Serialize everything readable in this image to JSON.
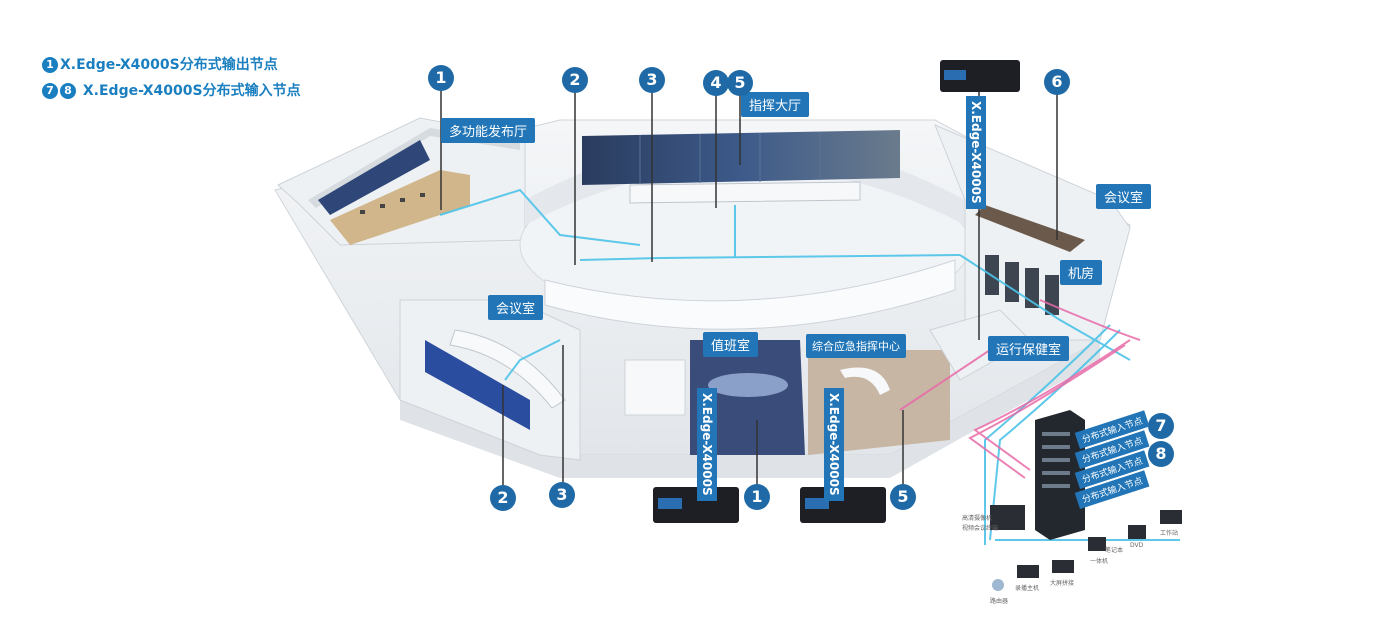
{
  "legend": {
    "line1_icons": "1-6",
    "line1_text": "X.Edge-X4000S分布式输出节点",
    "line2_icons": "7 8",
    "line2_text": "X.Edge-X4000S分布式输入节点"
  },
  "rooms": {
    "multi_function_hall": "多功能发布厅",
    "command_hall": "指挥大厅",
    "meeting_room_right": "会议室",
    "meeting_room_left": "会议室",
    "server_room": "机房",
    "ops_room": "运行保健室",
    "duty_room": "值班室",
    "emergency_center": "综合应急指挥中心"
  },
  "nodes": {
    "n1": "1",
    "n2": "2",
    "n3": "3",
    "n4": "4",
    "n5": "5",
    "n6": "6",
    "n7": "7",
    "n8": "8"
  },
  "device_model": "X.Edge-X4000S",
  "input_node_label": "分布式输入节点",
  "devices": {
    "d1": "高清摄像机",
    "d2": "视频会议终端",
    "d3": "录播主机",
    "d4": "大屏拼接",
    "d5": "一体机",
    "d6": "笔记本",
    "d7": "DVD",
    "d8": "工作站",
    "d9": "路由器"
  },
  "colors": {
    "accent": "#2276b8",
    "badge": "#1f6aa6",
    "cable_cyan": "#4cc3e8",
    "cable_pink": "#e86aa8"
  }
}
